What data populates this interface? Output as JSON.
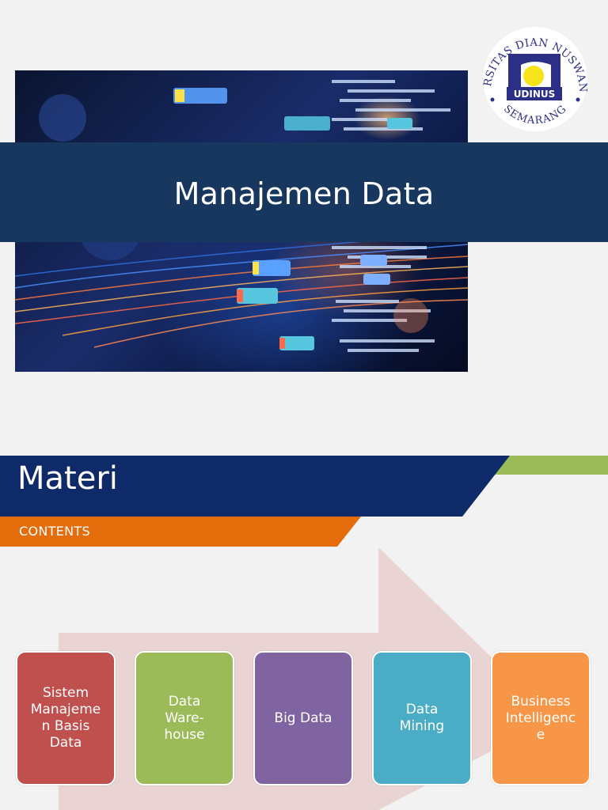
{
  "slide1": {
    "title": "Manajemen Data",
    "logo": {
      "ring_text": "UNIVERSITAS DIAN NUSWANTORO",
      "bottom_text": "SEMARANG",
      "acronym": "UDINUS",
      "colors": {
        "navy": "#2b2f86",
        "yellow": "#f6e31a"
      }
    },
    "band_color": "#17375e"
  },
  "slide2": {
    "heading": "Materi",
    "subheading": "CONTENTS",
    "colors": {
      "navy": "#0e2a68",
      "orange": "#e46c0a",
      "green": "#9bbb59",
      "arrow": "#e8cfcf"
    },
    "items": [
      {
        "label": "Sistem\nManajeme\nn Basis\nData",
        "color": "#c0504d"
      },
      {
        "label": "Data\nWare-\nhouse",
        "color": "#9bbb59"
      },
      {
        "label": "Big Data",
        "color": "#8064a2"
      },
      {
        "label": "Data\nMining",
        "color": "#4bacc6"
      },
      {
        "label": "Business\nIntelligenc\ne",
        "color": "#f79646"
      }
    ]
  }
}
